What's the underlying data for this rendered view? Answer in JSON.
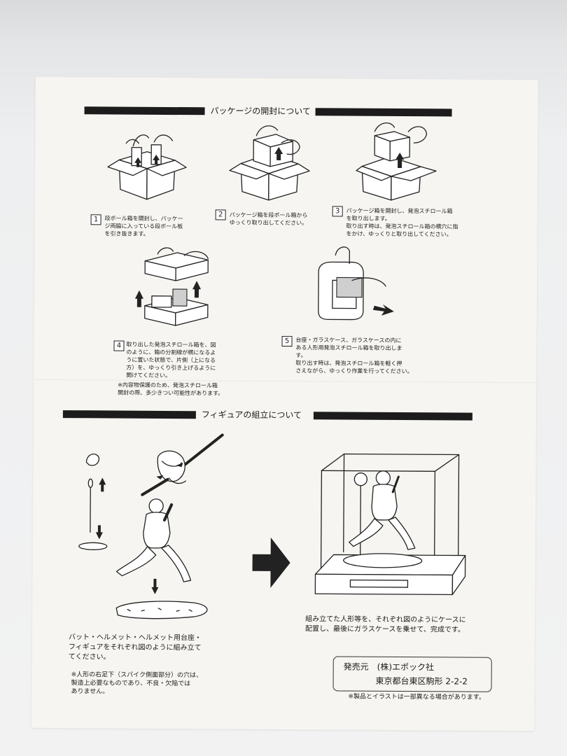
{
  "section1": {
    "title": "パッケージの開封について"
  },
  "steps": [
    {
      "num": "1",
      "text": "段ボール箱を開封し、パッケー\nジ両脇に入っている段ボール板\nを引き抜きます。"
    },
    {
      "num": "2",
      "text": "パッケージ箱を段ボール箱から\nゆっくり取り出してください。"
    },
    {
      "num": "3",
      "text": "パッケージ箱を開封し、発泡スチロール箱\nを取り出します。\n取り出す時は、発泡スチロール箱の横穴に指\nをかけ、ゆっくりと取り出してください。"
    },
    {
      "num": "4",
      "text": "取り出した発泡スチロール箱を、図\nのように、箱の分割線が横になるよ\nうに置いた状態で、片側（上になる\n方）を、ゆっくり引き上げるように\n開けてください。"
    },
    {
      "num": "5",
      "text": "台座・ガラスケース、ガラスケースの内に\nある人形用発泡スチロール箱を取り出しま\nす。\n取り出す時は、発泡スチロール箱を軽く押\nさえながら、ゆっくり作業を行ってください。"
    }
  ],
  "note_contents": "※内容物保護のため、発泡スチロール箱\n開封の際、多少きつい可能性があります。",
  "section2": {
    "title": "フィギュアの組立について"
  },
  "assembly_left": "バット・ヘルメット・ヘルメット用台座・\nフィギュアをそれぞれ図のように組み立て\nてください。",
  "assembly_note": "※人形の右足下（スパイク側面部分）の穴は、\n製造上必要なものであり、不良・欠陥では\nありません。",
  "assembly_right": "組み立てた人形等を、それぞれ図のようにケースに\n配置し、最後にガラスケースを乗せて、完成です。",
  "publisher": {
    "line1": "発売元　(株)エポック社",
    "line2": "東京都台東区駒形 2-2-2"
  },
  "disclaimer": "※製品とイラストは一部異なる場合があります。"
}
